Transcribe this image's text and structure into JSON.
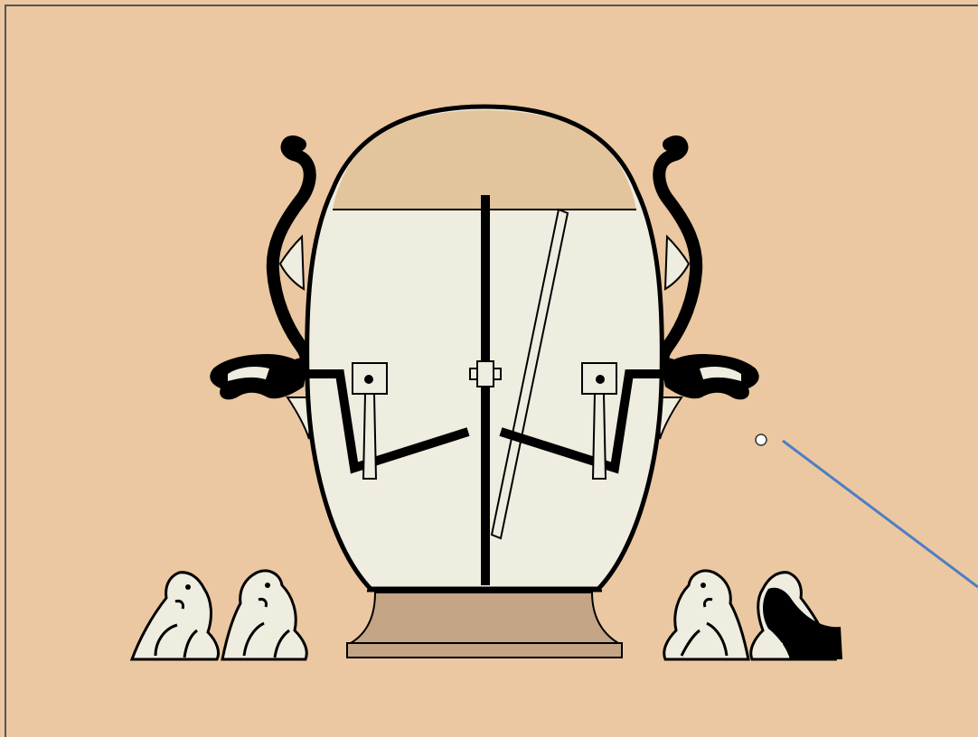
{
  "diagram": {
    "background_color": "#ebc8a1",
    "frame_color": "#555555",
    "vessel_fill": "#efece0",
    "liquid_top_fill": "#e2c59c",
    "base_fill": "#c4a586",
    "ink_color": "#000000",
    "pointer_line_color": "#4e7ec4",
    "components": [
      "vessel",
      "central-rod",
      "diagonal-glass-tube",
      "left-lever-arm",
      "right-lever-arm",
      "left-dragon-ornament",
      "right-dragon-ornament",
      "toad-figurine",
      "base-pedestal",
      "ball-indicator",
      "pointer-line"
    ],
    "toad_count": 4
  }
}
